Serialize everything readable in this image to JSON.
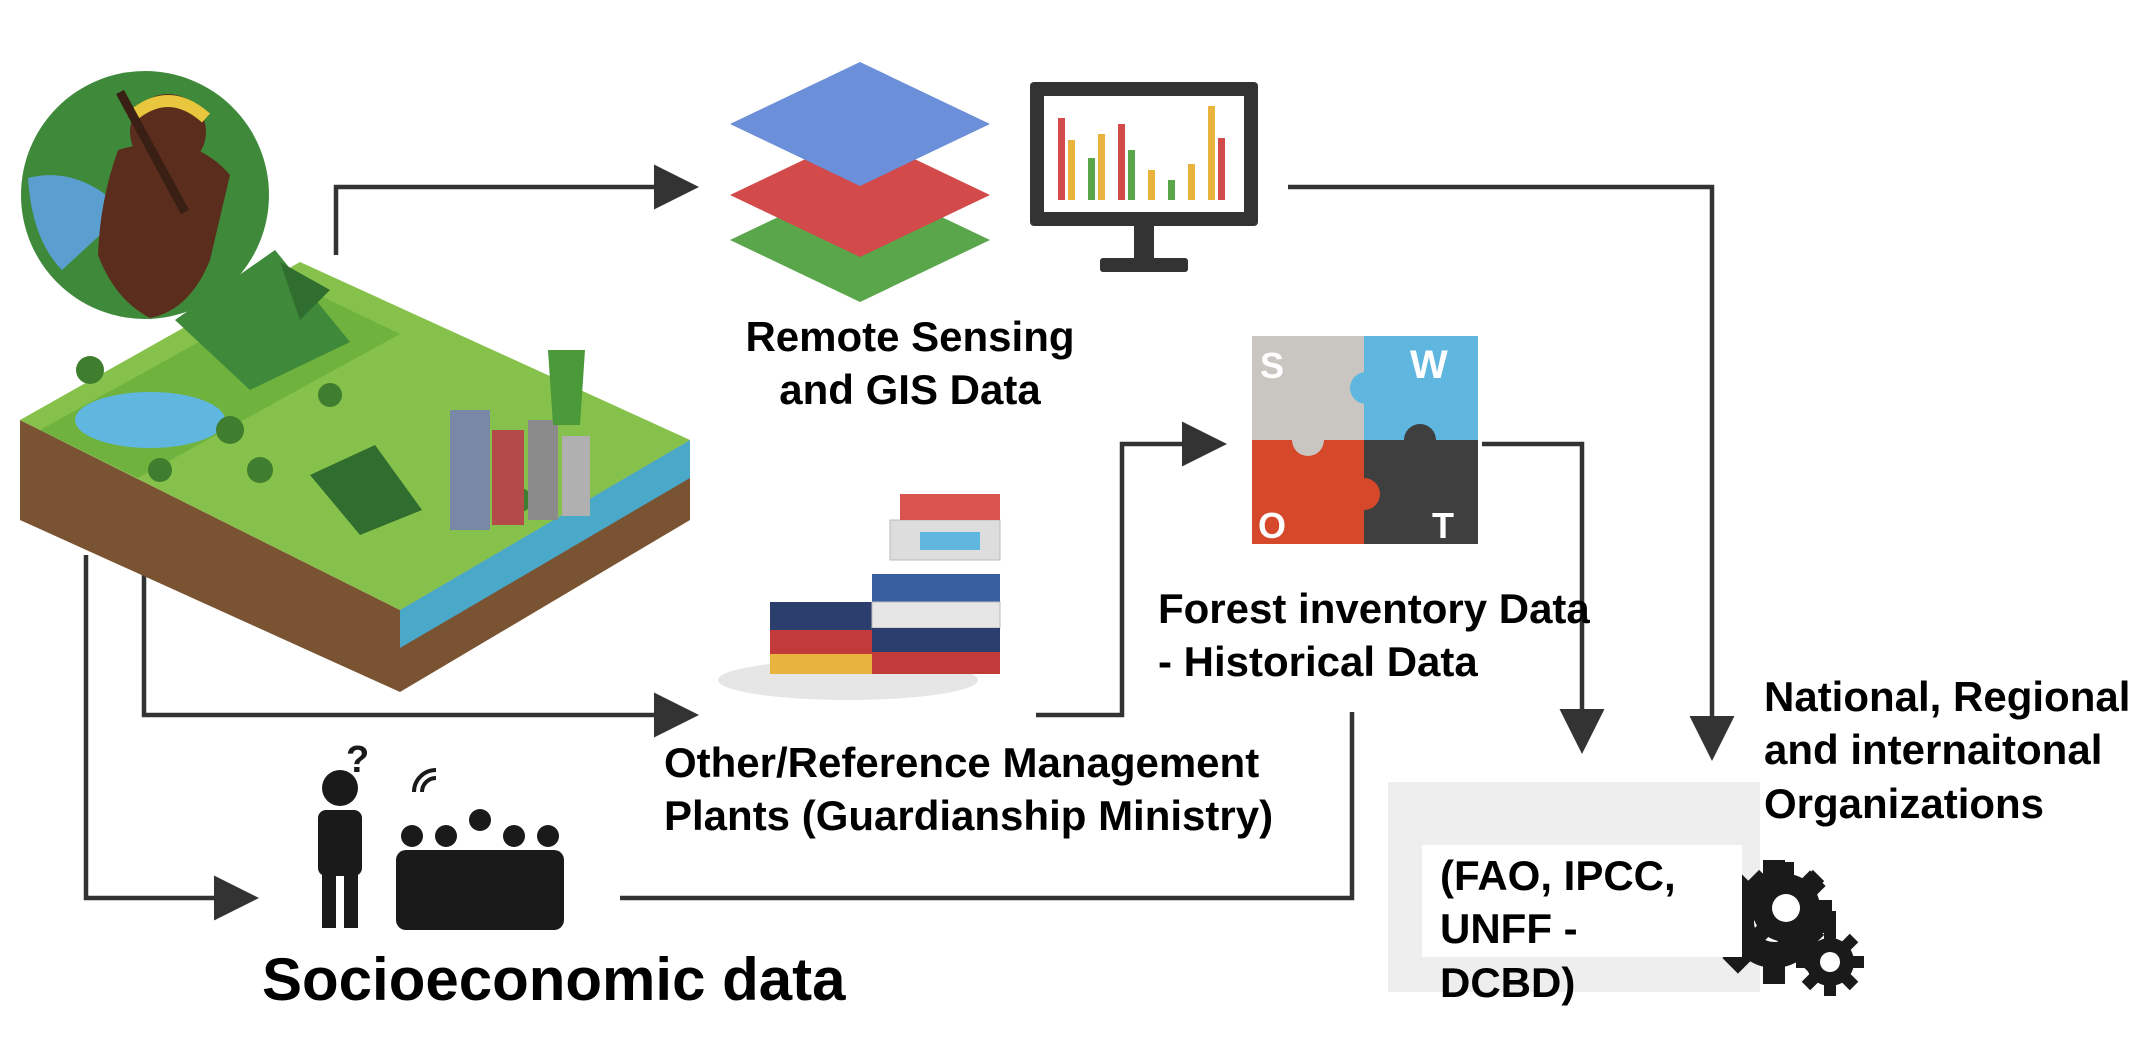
{
  "labels": {
    "remote_sensing": "Remote Sensing\nand GIS Data",
    "forest_inventory": "Forest inventory Data\n-  Historical Data",
    "other_reference": "Other/Reference Management\nPlants (Guardianship Ministry)",
    "socioeconomic": "Socioeconomic data",
    "organizations": "National, Regional\nand internaitonal\nOrganizations",
    "organizations_examples": "(FAO, IPCC,\nUNFF - DCBD)"
  },
  "swot": {
    "s": "S",
    "w": "W",
    "o": "O",
    "t": "T"
  },
  "icons": {
    "landscape": "isometric-landscape-icon",
    "indigenous": "indigenous-person-icon",
    "layers": "gis-layers-icon",
    "monitor": "bar-chart-monitor-icon",
    "swot": "swot-puzzle-icon",
    "binders": "binders-stack-icon",
    "people": "people-group-icon",
    "gears": "gears-icon"
  },
  "colors": {
    "arrow": "#333333",
    "layer_blue": "#6b8fd8",
    "layer_red": "#d24a4a",
    "layer_green": "#5aa64a",
    "swot_s": "#c9c6c1",
    "swot_w": "#5fb7e0",
    "swot_o": "#d5482a",
    "swot_t": "#3f3f3f",
    "org_panel": "#eeeeee"
  }
}
